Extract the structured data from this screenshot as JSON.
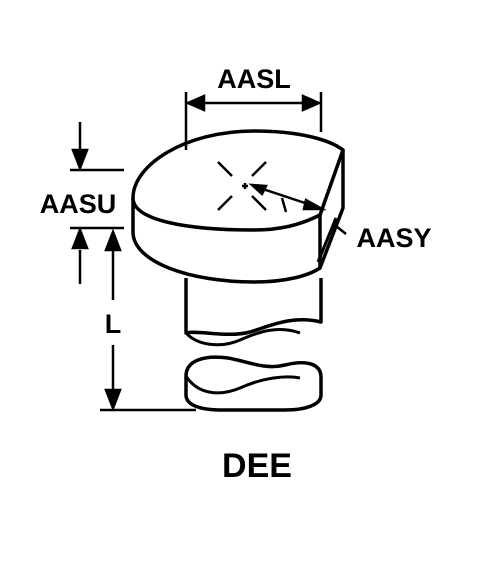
{
  "diagram": {
    "labels": {
      "width_dim": "AASL",
      "head_height_dim": "AASU",
      "slot_width_dim": "AASY",
      "length_dim": "L"
    },
    "caption": "DEE"
  },
  "colors": {
    "stroke": "#000000",
    "background": "#ffffff"
  }
}
